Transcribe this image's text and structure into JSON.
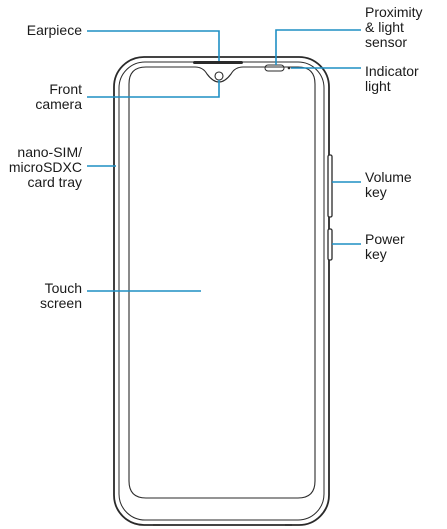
{
  "colors": {
    "leader_line": "#1f8fc4",
    "outline": "#2a2a2a",
    "label_text": "#1a1a1a",
    "background": "#ffffff"
  },
  "labels": {
    "earpiece": "Earpiece",
    "front_camera": "Front\ncamera",
    "sim_tray": "nano-SIM/\nmicroSDXC\ncard tray",
    "touch_screen": "Touch\nscreen",
    "proximity_sensor": "Proximity\n& light\nsensor",
    "indicator_light": "Indicator\nlight",
    "volume_key": "Volume\nkey",
    "power_key": "Power\nkey"
  }
}
